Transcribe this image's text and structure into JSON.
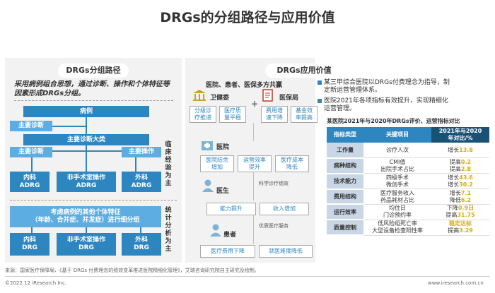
{
  "title": "DRGs的分组路径与应用价值",
  "left": {
    "title": "DRGs分组路径",
    "intro": "采用病例组合思想，通过诊断、操作和个体特征等因素形成DRGs分组。",
    "case": "病例",
    "main_dx_left": "主要诊断",
    "main_dx_cat": "主要诊断大类",
    "main_dx_left2": "主要诊断",
    "main_op": "主要操作",
    "side1": "临床经验为主",
    "adrg": [
      {
        "a": "内科",
        "b": "ADRG"
      },
      {
        "a": "非手术室操作",
        "b": "ADRG"
      },
      {
        "a": "外科",
        "b": "ADRG"
      }
    ],
    "indiv_l1": "考虑病例的其他个体特征",
    "indiv_l2": "（年龄、合并症、并发症）进行细分组",
    "side2": "统计分析为主",
    "drg": [
      {
        "a": "内科",
        "b": "DRG"
      },
      {
        "a": "非手术室操作",
        "b": "DRG"
      },
      {
        "a": "外科",
        "b": "DRG"
      }
    ]
  },
  "mid": {
    "title": "DRGs应用价值",
    "heading": "医院、患者、医保多方共赢",
    "hc": "卫健委",
    "ins": "医保局",
    "plus": "+",
    "hc_boxes": [
      [
        "分级诊",
        "疗推进"
      ],
      [
        "医疗质",
        "量平稳"
      ]
    ],
    "ins_boxes": [
      [
        "费用增",
        "速下降"
      ],
      [
        "基金效",
        "率提高"
      ]
    ],
    "hosp": "医院",
    "hosp_boxes": [
      [
        "医院结余",
        "增加"
      ],
      [
        "运营效率",
        "提升"
      ],
      [
        "医疗成本",
        "降低"
      ]
    ],
    "doctor": "医生",
    "eval": "科学诊疗绩效",
    "doc_boxes": [
      "能力提升",
      "收入增加"
    ],
    "service": "优质医疗服务",
    "patient": "患者",
    "pat_boxes": [
      "医疗费用下降",
      "就医难度降低"
    ]
  },
  "right": {
    "b1_l1": "某三甲综合医院以DRGs付费理念为指导，制",
    "b1_l2": "定新运营管理体系。",
    "b2_l1": "医院2021年各项指标有效提升，实现精细化",
    "b2_l2": "运营管理。",
    "table_title": "某医院2021年与2020年DRGs评价、运营指标对比",
    "h1": "指标类型",
    "h2": "关键项目",
    "h3a": "2021年与2020",
    "h3b": "年对比/%",
    "rows": [
      {
        "cat": "工作量",
        "i1": "诊疗人次",
        "i2": "",
        "v1p": "增长",
        "v1n": "13.8",
        "v2p": "",
        "v2n": ""
      },
      {
        "cat": "病种结构",
        "i1": "CMI值",
        "i2": "出院手术占比",
        "v1p": "提高",
        "v1n": "0.2",
        "v2p": "提高",
        "v2n": "2.8"
      },
      {
        "cat": "技术能力",
        "i1": "四级手术",
        "i2": "微创手术",
        "v1p": "增长",
        "v1n": "43.6",
        "v2p": "增长",
        "v2n": "30.2"
      },
      {
        "cat": "费用结构",
        "i1": "医疗服务收入",
        "i2": "药品耗材占比",
        "v1p": "增长",
        "v1n": "7.1",
        "v2p": "降低",
        "v2n": "6.2"
      },
      {
        "cat": "运行效率",
        "i1": "均住日",
        "i2": "门诊预约率",
        "v1p": "下降",
        "v1n": "0.9日",
        "v2p": "提高",
        "v2n": "31.75"
      },
      {
        "cat": "质量控制",
        "i1": "低风险组死亡率",
        "i2": "大型设备检查阳性率",
        "v1p": "",
        "v1n": "稳定达标",
        "v2p": "提高",
        "v2n": "3.29"
      }
    ]
  },
  "source": "来源：国家医疗保障局、《基于 DRGs 付费理念的绩效变革推进医院精细化管理》，艾瑞咨询研究院自主研究及绘制。",
  "copyright": "©2022.12 iResearch Inc.",
  "website": "www.iresearch.com.cn",
  "colors": {
    "blue": "#2e86c1",
    "light_blue": "#5dade2",
    "dark_blue": "#1a5276",
    "gold": "#d4ac0d"
  }
}
